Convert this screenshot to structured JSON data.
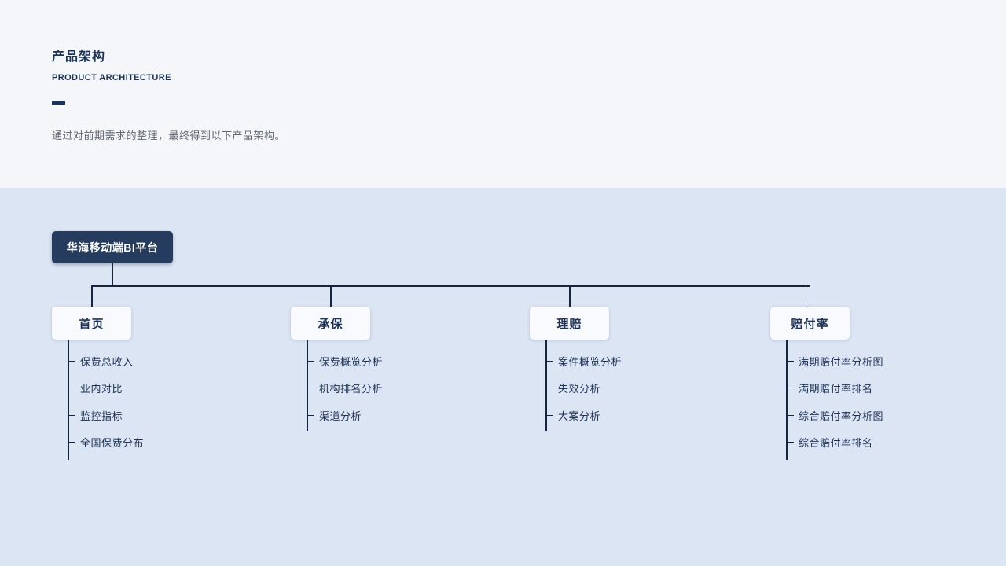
{
  "header": {
    "title": "产品架构",
    "subtitle": "PRODUCT ARCHITECTURE",
    "description": "通过对前期需求的整理，最终得到以下产品架构。"
  },
  "colors": {
    "top_background": "#f5f6fa",
    "bottom_background": "#dbe5f4",
    "root_node_background": "#263c5e",
    "category_node_background": "#f8fafd",
    "connector_line": "#16243f",
    "navy_text": "#1d3154",
    "description_text": "#5f6672"
  },
  "tree": {
    "root": "华海移动端BI平台",
    "branches": [
      {
        "label": "首页",
        "children": [
          "保费总收入",
          "业内对比",
          "监控指标",
          "全国保费分布"
        ]
      },
      {
        "label": "承保",
        "children": [
          "保费概览分析",
          "机构排名分析",
          "渠道分析"
        ]
      },
      {
        "label": "理赔",
        "children": [
          "案件概览分析",
          "失效分析",
          "大案分析"
        ]
      },
      {
        "label": "赔付率",
        "children": [
          "满期赔付率分析图",
          "满期赔付率排名",
          "综合赔付率分析图",
          "综合赔付率排名"
        ]
      }
    ]
  }
}
